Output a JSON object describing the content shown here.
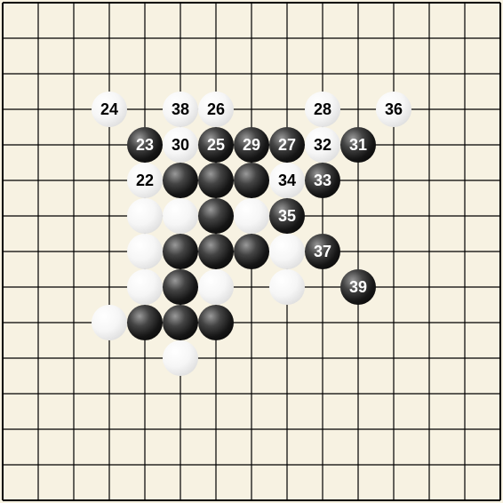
{
  "board": {
    "size": 14,
    "colors": {
      "background": "#f7f2e2",
      "line": "#000000"
    }
  },
  "stones": [
    {
      "col": 3,
      "row": 3,
      "color": "white",
      "label": "24"
    },
    {
      "col": 5,
      "row": 3,
      "color": "white",
      "label": "38"
    },
    {
      "col": 6,
      "row": 3,
      "color": "white",
      "label": "26"
    },
    {
      "col": 9,
      "row": 3,
      "color": "white",
      "label": "28"
    },
    {
      "col": 11,
      "row": 3,
      "color": "white",
      "label": "36"
    },
    {
      "col": 4,
      "row": 4,
      "color": "black",
      "label": "23"
    },
    {
      "col": 5,
      "row": 4,
      "color": "white",
      "label": "30"
    },
    {
      "col": 6,
      "row": 4,
      "color": "black",
      "label": "25"
    },
    {
      "col": 7,
      "row": 4,
      "color": "black",
      "label": "29"
    },
    {
      "col": 8,
      "row": 4,
      "color": "black",
      "label": "27"
    },
    {
      "col": 9,
      "row": 4,
      "color": "white",
      "label": "32"
    },
    {
      "col": 10,
      "row": 4,
      "color": "black",
      "label": "31"
    },
    {
      "col": 4,
      "row": 5,
      "color": "white",
      "label": "22"
    },
    {
      "col": 5,
      "row": 5,
      "color": "black",
      "label": ""
    },
    {
      "col": 6,
      "row": 5,
      "color": "black",
      "label": ""
    },
    {
      "col": 7,
      "row": 5,
      "color": "black",
      "label": ""
    },
    {
      "col": 8,
      "row": 5,
      "color": "white",
      "label": "34"
    },
    {
      "col": 9,
      "row": 5,
      "color": "black",
      "label": "33"
    },
    {
      "col": 4,
      "row": 6,
      "color": "white",
      "label": ""
    },
    {
      "col": 5,
      "row": 6,
      "color": "white",
      "label": ""
    },
    {
      "col": 6,
      "row": 6,
      "color": "black",
      "label": ""
    },
    {
      "col": 7,
      "row": 6,
      "color": "white",
      "label": ""
    },
    {
      "col": 8,
      "row": 6,
      "color": "black",
      "label": "35"
    },
    {
      "col": 4,
      "row": 7,
      "color": "white",
      "label": ""
    },
    {
      "col": 5,
      "row": 7,
      "color": "black",
      "label": ""
    },
    {
      "col": 6,
      "row": 7,
      "color": "black",
      "label": ""
    },
    {
      "col": 7,
      "row": 7,
      "color": "black",
      "label": ""
    },
    {
      "col": 8,
      "row": 7,
      "color": "white",
      "label": ""
    },
    {
      "col": 9,
      "row": 7,
      "color": "black",
      "label": "37"
    },
    {
      "col": 4,
      "row": 8,
      "color": "white",
      "label": ""
    },
    {
      "col": 5,
      "row": 8,
      "color": "black",
      "label": ""
    },
    {
      "col": 6,
      "row": 8,
      "color": "white",
      "label": ""
    },
    {
      "col": 8,
      "row": 8,
      "color": "white",
      "label": ""
    },
    {
      "col": 10,
      "row": 8,
      "color": "black",
      "label": "39"
    },
    {
      "col": 3,
      "row": 9,
      "color": "white",
      "label": ""
    },
    {
      "col": 4,
      "row": 9,
      "color": "black",
      "label": ""
    },
    {
      "col": 5,
      "row": 9,
      "color": "black",
      "label": ""
    },
    {
      "col": 6,
      "row": 9,
      "color": "black",
      "label": ""
    },
    {
      "col": 5,
      "row": 10,
      "color": "white",
      "label": ""
    }
  ]
}
